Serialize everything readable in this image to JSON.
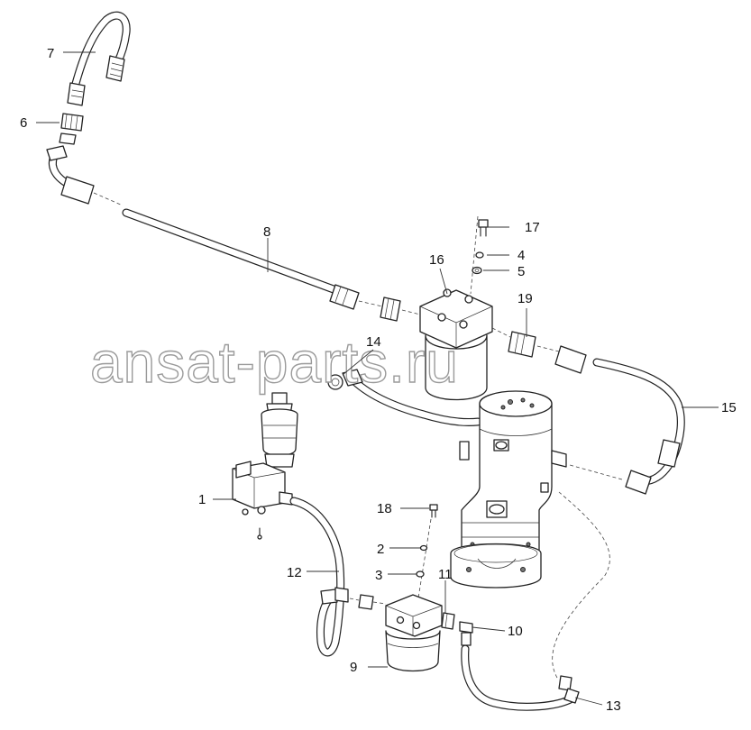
{
  "watermark": "ansat-parts.ru",
  "callouts": {
    "c1": "1",
    "c2": "2",
    "c3": "3",
    "c4": "4",
    "c5": "5",
    "c6": "6",
    "c7": "7",
    "c8": "8",
    "c9": "9",
    "c10": "10",
    "c11": "11",
    "c12": "12",
    "c13": "13",
    "c14": "14",
    "c15": "15",
    "c16": "16",
    "c17": "17",
    "c18": "18",
    "c19": "19"
  }
}
